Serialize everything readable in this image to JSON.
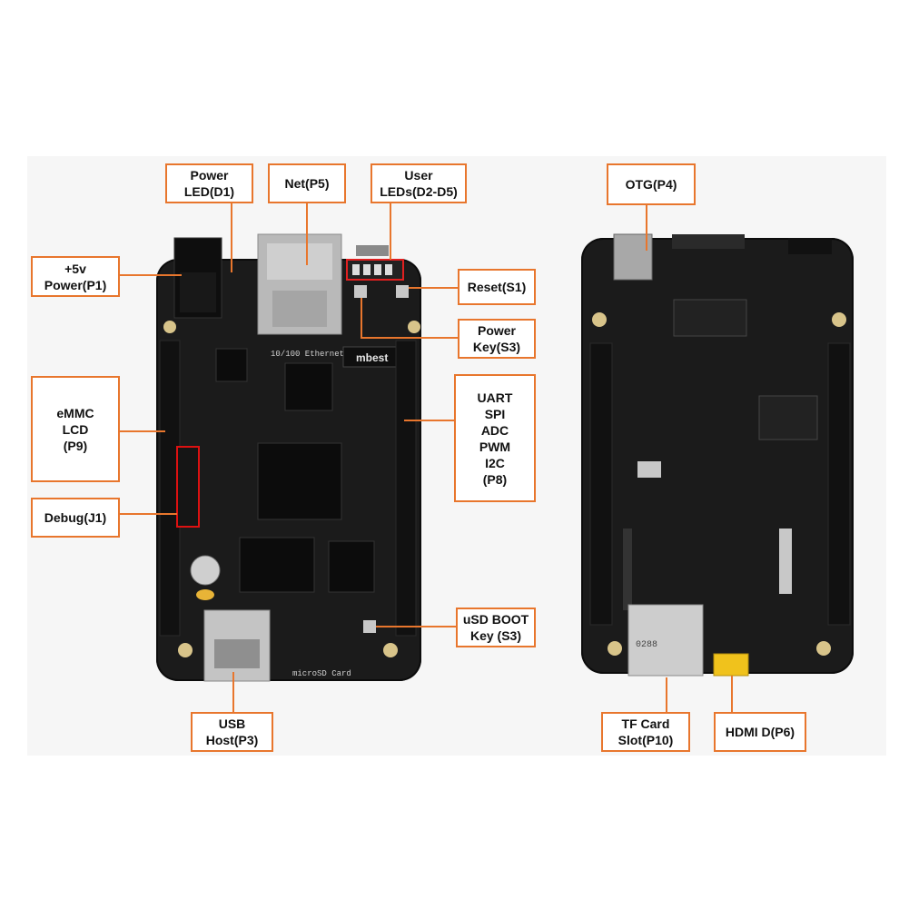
{
  "labels": {
    "power_led": "Power\nLED(D1)",
    "net": "Net(P5)",
    "user_leds": "User\nLEDs(D2-D5)",
    "power_5v": "+5v\nPower(P1)",
    "reset": "Reset(S1)",
    "power_key": "Power\nKey(S3)",
    "emmc": "eMMC\nLCD\n(P9)",
    "uart": "UART\nSPI\nADC\nPWM\nI2C\n(P8)",
    "debug": "Debug(J1)",
    "usd_boot": "uSD BOOT\nKey (S3)",
    "usb_host": "USB\nHost(P3)",
    "otg": "OTG(P4)",
    "tf_card": "TF Card\nSlot(P10)",
    "hdmi": "HDMI D(P6)"
  },
  "board_print": {
    "ethernet_text": "10/100 Ethernet",
    "brand_text": "mbest",
    "sd_text": "microSD Card",
    "chip_text": "0288"
  },
  "colors": {
    "accent": "#e8762d",
    "board": "#1b1b1b",
    "header_pins": "#111111"
  }
}
